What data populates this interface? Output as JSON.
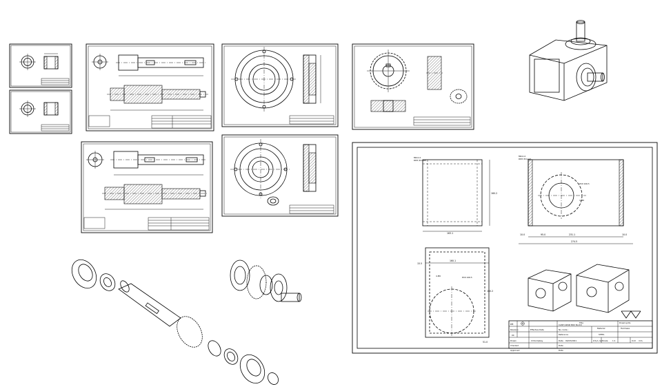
{
  "title_block": {
    "size": "A4",
    "title_label": "Title",
    "title_value": "CASE (GEAR BOX No.02)",
    "drawing_no_label": "Drawing No.",
    "no_code_label": "No. Code :",
    "material_label": "Material",
    "material_value": "STEEL",
    "hardness_label": "Hardness",
    "revision_label": "Revision",
    "effective_date_label": "Effective Date",
    "reference_label": "Reference",
    "revision_value": "00",
    "drawn_label": "Drawn",
    "drawn_by": "CV.Sompkey",
    "date_label": "Date",
    "drawn_date": "04/03/2021",
    "checked_label": "Checked",
    "approved_label": "Approved",
    "qty_label": "Q'ty",
    "qty_value": "1 /set",
    "scale_label": "Scale",
    "scale_value": "1:1",
    "unit_label": "Unit",
    "unit_value": "mm."
  },
  "case_dims": {
    "front_width": "163.1",
    "front_height": "160.2",
    "side_width": "231.1",
    "overall_width": "274.5",
    "offset_a": "15.5",
    "offset_b": "95.0",
    "pcd": "PCD 106.5",
    "holes": "4-M6",
    "bottom_width": "160.1",
    "thread_note": "M6x1.0",
    "depth_note": "DP.8 (thread)",
    "side_margin": "10.0",
    "height_small": "51.0"
  },
  "icons": {
    "company_logo": "vv-logo-icon",
    "projection": "first-angle-projection-icon"
  }
}
